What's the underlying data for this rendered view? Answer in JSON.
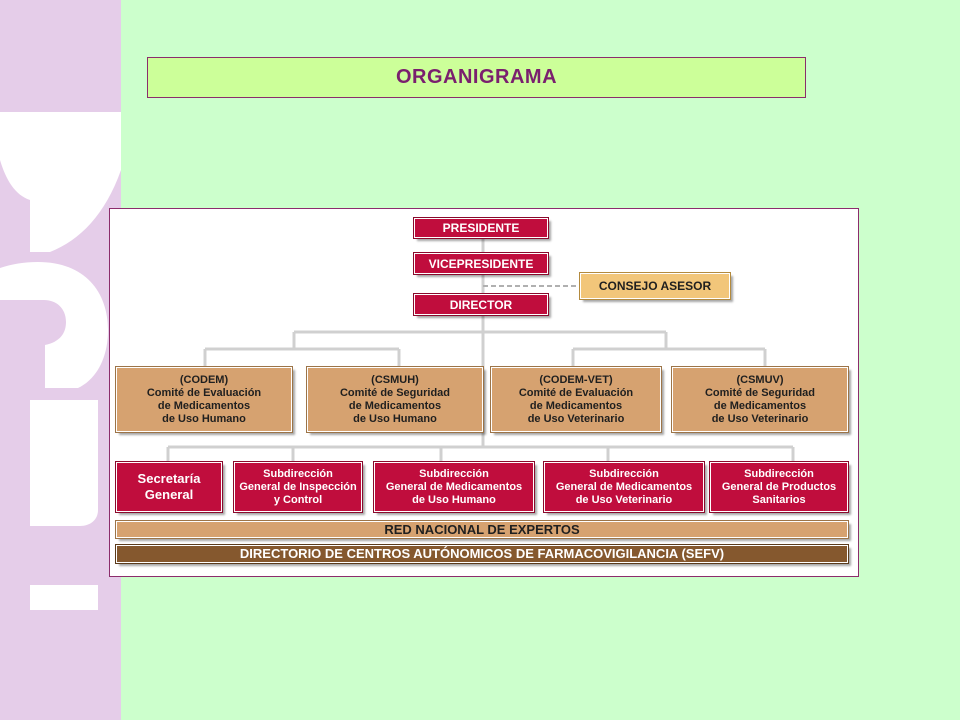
{
  "page": {
    "title": "ORGANIGRAMA"
  },
  "orgchart": {
    "top": {
      "president": "PRESIDENTE",
      "vicepresident": "VICEPRESIDENTE",
      "director": "DIRECTOR",
      "advisory": "CONSEJO ASESOR"
    },
    "committees": [
      "(CODEM)\nComité de Evaluación\nde Medicamentos\nde Uso Humano",
      "(CSMUH)\nComité de Seguridad\nde Medicamentos\nde Uso Humano",
      "(CODEM-VET)\nComité de Evaluación\nde Medicamentos\nde Uso Veterinario",
      "(CSMUV)\nComité de Seguridad\nde Medicamentos\nde Uso Veterinario"
    ],
    "units": [
      "Secretaría\nGeneral",
      "Subdirección\nGeneral de Inspección\ny Control",
      "Subdirección\nGeneral de Medicamentos\nde Uso Humano",
      "Subdirección\nGeneral de Medicamentos\nde Uso Veterinario",
      "Subdirección\nGeneral de Productos\nSanitarios"
    ],
    "bars": {
      "network": "RED NACIONAL DE EXPERTOS",
      "directory": "DIRECTORIO DE CENTROS AUTÓNOMICOS DE FARMACOVIGILANCIA (SEFV)"
    }
  },
  "colors": {
    "background": "#ccffcc",
    "sidebar": "#e5cde9",
    "title_text": "#7a1f6e",
    "red_box": "#c00d3d",
    "tan_box": "#d6a270",
    "gold_box": "#f2c67a",
    "brown_bar": "#85582e",
    "connector": "#d0d0d0"
  }
}
